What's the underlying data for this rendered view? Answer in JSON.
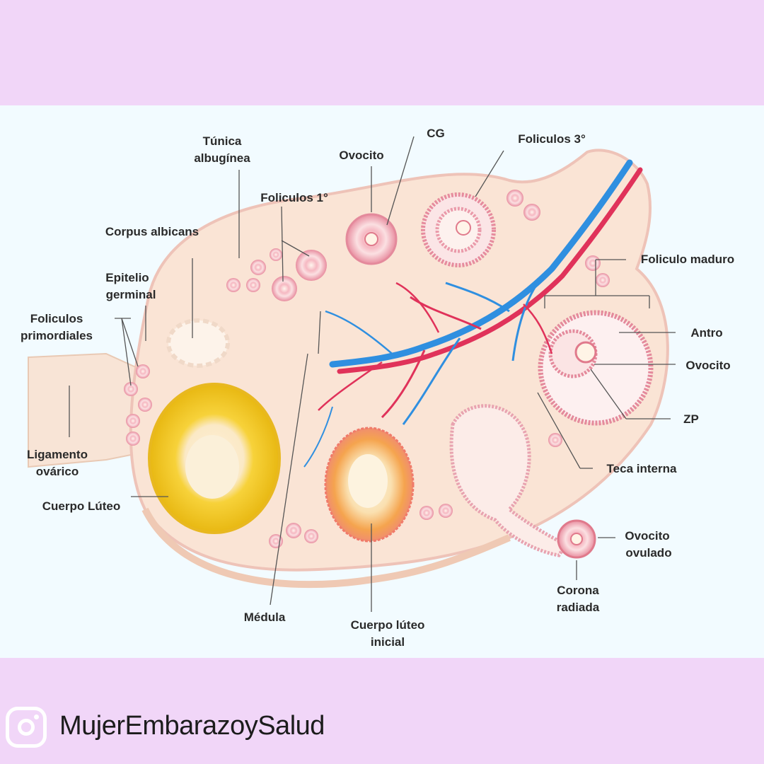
{
  "colors": {
    "band": "#f1d6f8",
    "panel": "#f2fbff",
    "ovary": "#f9e2d4",
    "artery": "#e0325a",
    "vein": "#2f8fe0",
    "corpus_luteum": "#f2cc2a"
  },
  "labels": {
    "tunica_albuginea": [
      "Túnica",
      "albugínea"
    ],
    "ovocito_top": "Ovocito",
    "cg": "CG",
    "foliculos_3": "Foliculos 3°",
    "foliculos_1": "Foliculos 1°",
    "corpus_albicans": "Corpus albicans",
    "epitelio_germinal": [
      "Epitelio",
      "germinal"
    ],
    "foliculos_primordiales": [
      "Foliculos",
      "primordiales"
    ],
    "ligamento_ovarico": [
      "Ligamento",
      "ovárico"
    ],
    "cuerpo_luteo": "Cuerpo Lúteo",
    "medula": "Médula",
    "cuerpo_luteo_inicial": [
      "Cuerpo lúteo",
      "inicial"
    ],
    "foliculo_maduro": "Foliculo maduro",
    "antro": "Antro",
    "ovocito_right": "Ovocito",
    "zp": "ZP",
    "teca_interna": "Teca interna",
    "ovocito_ovulado": [
      "Ovocito",
      "ovulado"
    ],
    "corona_radiada": [
      "Corona",
      "radiada"
    ]
  },
  "footer": {
    "icon": "instagram-icon",
    "handle": "MujerEmbarazoySalud"
  }
}
